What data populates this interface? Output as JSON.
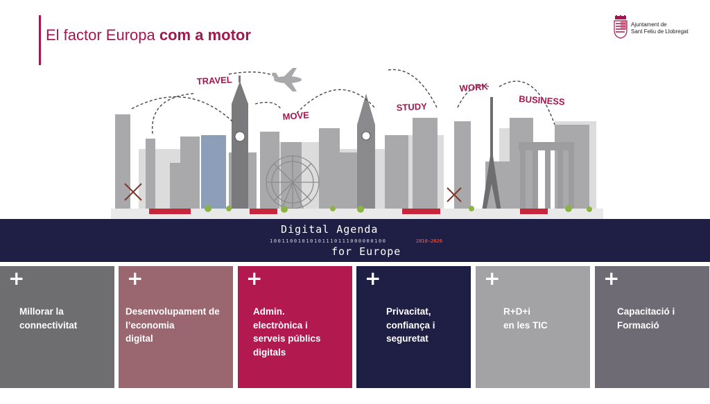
{
  "header": {
    "title_normal": "El factor Europa",
    "title_bold": "com a motor",
    "accent_color": "#a5164f"
  },
  "logo": {
    "line1": "Ajuntament de",
    "line2": "Sant Feliu de Llobregat",
    "icon": "coat-of-arms-icon"
  },
  "illustration": {
    "words": [
      "TRAVEL",
      "MOVE",
      "STUDY",
      "WORK",
      "BUSINESS"
    ],
    "icon": "airplane-icon"
  },
  "banner": {
    "line1": "Digital Agenda",
    "binary": "10011001010101110111000000100",
    "years": "2010-2020",
    "line2": "for Europe",
    "background": "#1f1f45"
  },
  "cards": [
    {
      "plus": "+",
      "label": "Millorar la\nconnectivitat",
      "color": "#6e6e70"
    },
    {
      "plus": "+",
      "label": "Desenvolupament de\nl’economia\ndigital",
      "color": "#9a6670"
    },
    {
      "plus": "+",
      "label": "Admin.\nelectrònica i\nserveis públics\ndigitals",
      "color": "#b1194f"
    },
    {
      "plus": "+",
      "label": "Privacitat,\nconfiança i\nseguretat",
      "color": "#1f1f45"
    },
    {
      "plus": "+",
      "label": "R+D+i\nen les TIC",
      "color": "#a3a3a5"
    },
    {
      "plus": "+",
      "label": "Capacitació i\nFormació",
      "color": "#6f6b75"
    }
  ]
}
